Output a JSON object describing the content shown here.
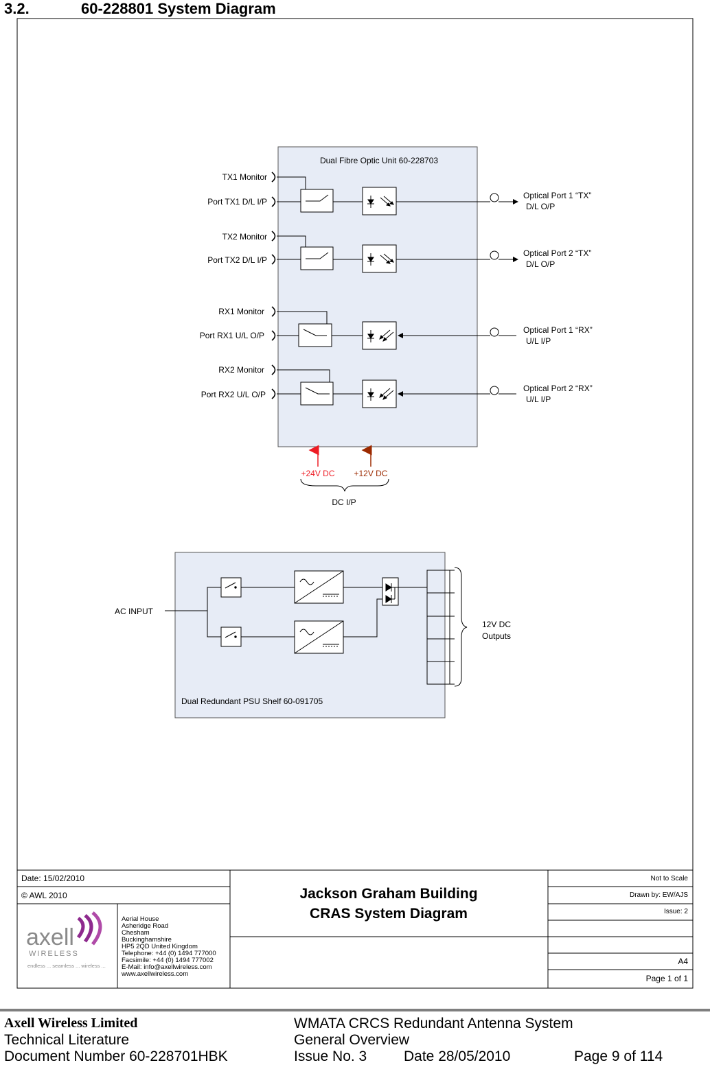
{
  "heading": {
    "number": "3.2.",
    "title": "60-228801 System Diagram"
  },
  "fibre_unit": {
    "title": "Dual Fibre Optic Unit 60-228703",
    "left_ports": [
      "TX1 Monitor",
      "Port TX1  D/L I/P",
      "TX2 Monitor",
      "Port TX2  D/L I/P",
      "RX1 Monitor",
      "Port RX1 U/L O/P",
      "RX2 Monitor",
      "Port RX2  U/L O/P"
    ],
    "optical_ports": [
      {
        "name": "Optical Port 1 “TX”",
        "dir": "D/L O/P"
      },
      {
        "name": "Optical Port 2 “TX”",
        "dir": "D/L O/P"
      },
      {
        "name": "Optical Port 1 “RX”",
        "dir": "U/L I/P"
      },
      {
        "name": "Optical Port 2 “RX”",
        "dir": "U/L I/P"
      }
    ],
    "dc_24": "+24V DC",
    "dc_12": "+12V DC",
    "dc_label": "DC I/P",
    "colors": {
      "fill": "#e7ecf6",
      "dc24": "#ee1c24",
      "dc12": "#9c2a00"
    }
  },
  "psu": {
    "title": "Dual Redundant PSU Shelf 60-091705",
    "ac_input": "AC INPUT",
    "outputs_line1": "12V DC",
    "outputs_line2": "Outputs"
  },
  "title_block": {
    "date": "Date: 15/02/2010",
    "copyright": "© AWL 2010",
    "project_line1": "Jackson Graham Building",
    "project_line2": "CRAS System Diagram",
    "scale": "Not to Scale",
    "drawn_by": "Drawn by: EW/AJS",
    "issue": "Issue: 2",
    "size": "A4",
    "page": "Page 1 of 1",
    "address": [
      "Aerial House",
      "Asheridge Road",
      "Chesham",
      "Buckinghamshire",
      "HP5 2QD United Kingdom",
      "Telephone: +44 (0) 1494 777000",
      "Facsimile: +44 (0) 1494 777002",
      "E-Mail: info@axellwireless.com",
      "www.axellwireless.com"
    ],
    "logo_text": "axell",
    "logo_sub": "WIRELESS",
    "logo_tagline": "endless ...  seamless ...  wireless ..."
  },
  "footer": {
    "company": "Axell Wireless Limited",
    "lit": "Technical Literature",
    "docnum": "Document Number 60-228701HBK",
    "product": "WMATA CRCS Redundant Antenna System",
    "overview": "General Overview",
    "issue": "Issue No. 3",
    "date": "Date 28/05/2010",
    "page": "Page 9 of 114"
  }
}
